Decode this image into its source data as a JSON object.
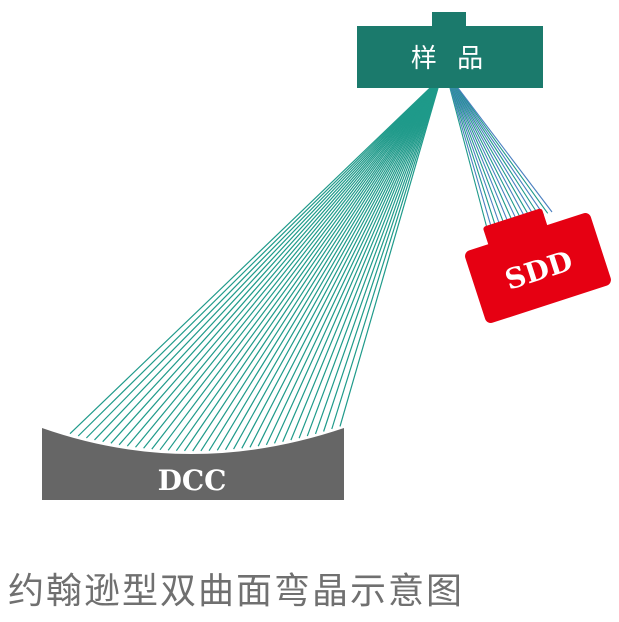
{
  "sample": {
    "label": "样 品"
  },
  "sdd": {
    "label": "SDD"
  },
  "dcc": {
    "label": "DCC"
  },
  "caption": "约翰逊型双曲面弯晶示意图",
  "colors": {
    "sample_fill": "#1b7a6c",
    "sdd_fill": "#e60012",
    "dcc_fill": "#666666",
    "ray_green": "#1f9a8a",
    "ray_blue": "#4a7fc0",
    "text_light": "#ffffff",
    "caption": "#707070"
  }
}
